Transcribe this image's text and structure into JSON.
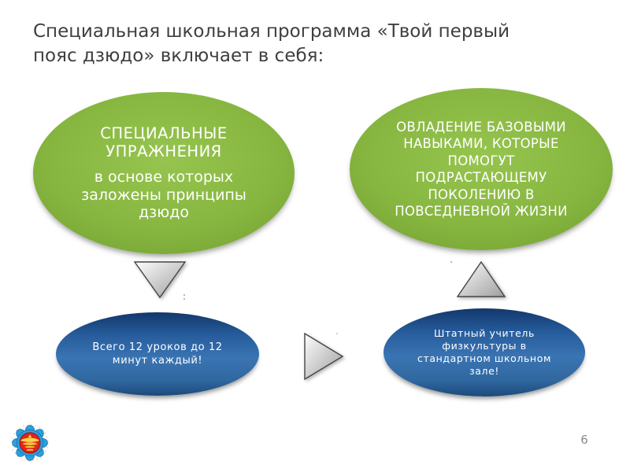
{
  "slide": {
    "title_lines": [
      "Специальная школьная программа «Твой первый",
      "пояс дзюдо» включает в себя:"
    ],
    "page_number": "6"
  },
  "diagram": {
    "green_left": {
      "heading_lines": [
        "СПЕЦИАЛЬНЫЕ",
        "УПРАЖНЕНИЯ"
      ],
      "body_lines": [
        "в основе которых",
        "заложены принципы",
        "дзюдо"
      ]
    },
    "green_right": {
      "lines": [
        "ОВЛАДЕНИЕ БАЗОВЫМИ",
        "НАВЫКАМИ, КОТОРЫЕ",
        "ПОМОГУТ",
        "ПОДРАСТАЮЩЕМУ",
        "ПОКОЛЕНИЮ В",
        "ПОВСЕДНЕВНОЙ ЖИЗНИ"
      ]
    },
    "blue_left": {
      "lines": [
        "Всего 12 уроков до 12",
        "минут каждый!"
      ]
    },
    "blue_right": {
      "lines": [
        "Штатный учитель",
        "физкультуры в",
        "стандартном школьном",
        "зале!"
      ]
    },
    "arrows": [
      "down-arrow",
      "up-arrow",
      "right-arrow"
    ]
  },
  "colors": {
    "green_fill": "#88b741",
    "green_fill_light": "#96c54f",
    "green_fill_dark": "#73a031",
    "blue_fill": "#3a74b2",
    "blue_fill_dark": "#12386b",
    "arrow_fill_light": "#fdfdfd",
    "arrow_fill_dark": "#9f9f9f",
    "arrow_stroke": "#454545",
    "title_color": "#3f3f3f",
    "page_number_color": "#8c8c8c",
    "text_on_shapes": "#ffffff"
  },
  "logo": {
    "icon": "judo-federation-emblem-icon",
    "petal_color": "#2d9fdc",
    "center_color": "#e0251c",
    "eagle_color": "#ffd24a"
  }
}
